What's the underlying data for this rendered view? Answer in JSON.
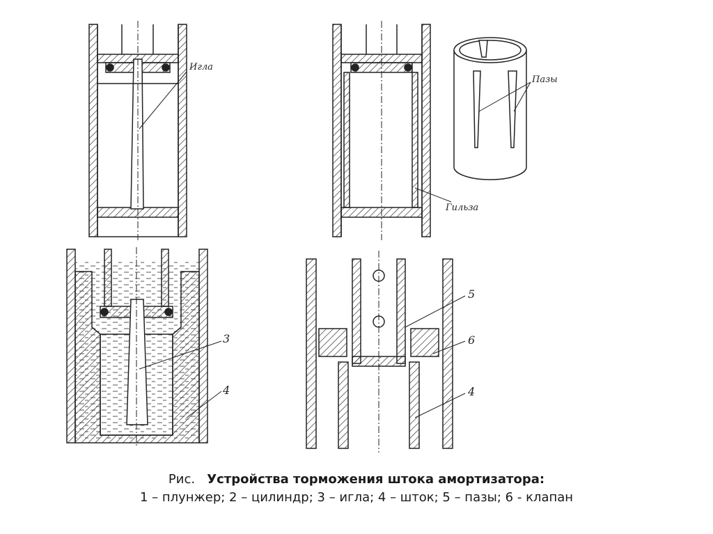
{
  "labels": {
    "igla": "Игла",
    "pazy_side": "Пазы",
    "gilza": "Гильза",
    "n3": "3",
    "n4_left": "4",
    "n5": "5",
    "n6": "6",
    "n4_right": "4"
  },
  "caption": {
    "prefix": "Рис.",
    "title": "Устройства торможения штока амортизатора:",
    "legend": "1 – плунжер; 2 – цилиндр; 3 – игла; 4 – шток; 5 – пазы; 6 - клапан"
  }
}
